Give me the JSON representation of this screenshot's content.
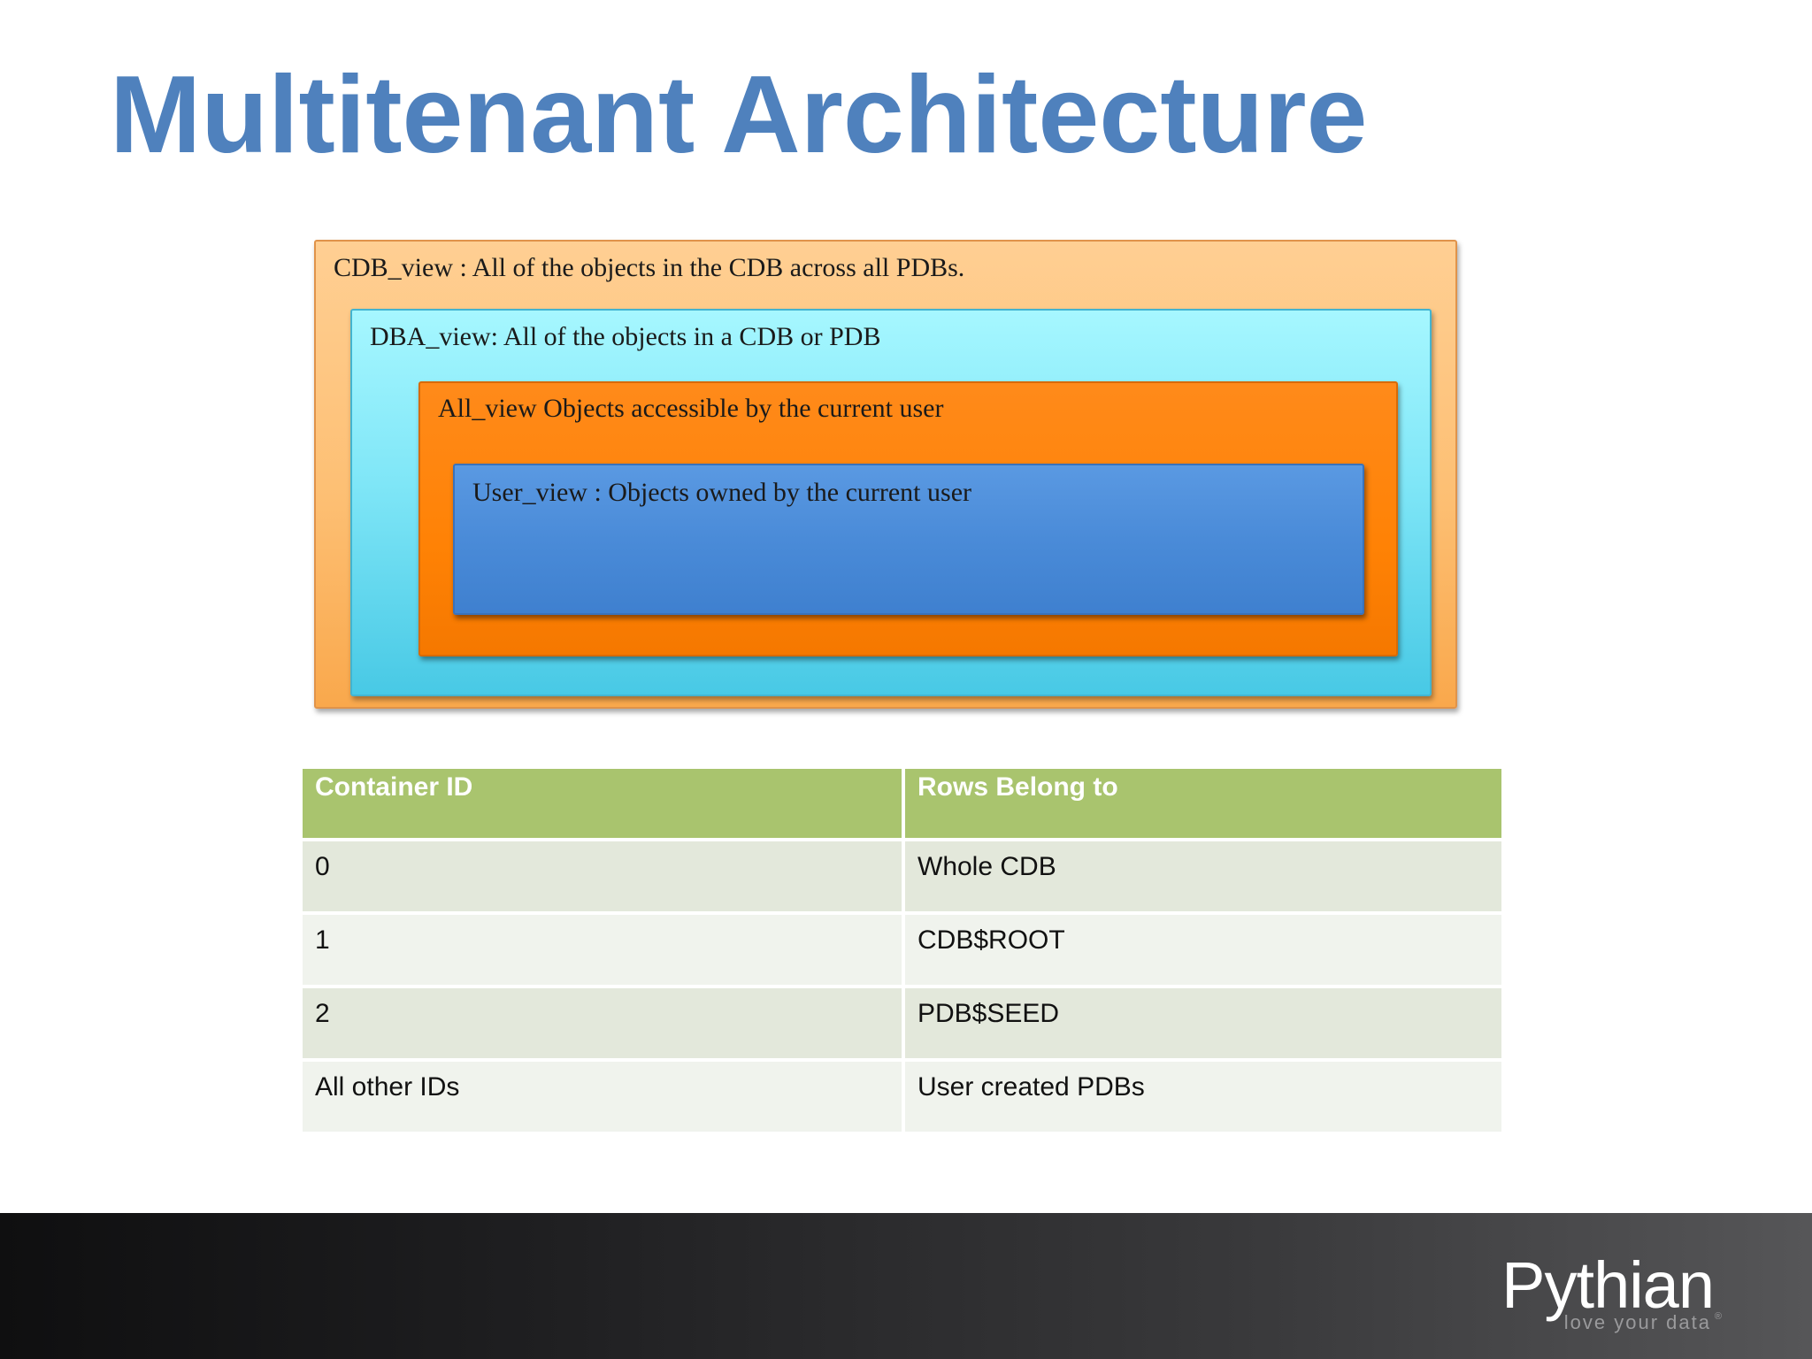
{
  "slide": {
    "title": "Multitenant Architecture"
  },
  "diagram": {
    "cdb_view": "CDB_view :  All of  the objects in the CDB across all PDBs.",
    "dba_view": "DBA_view: All of  the objects in a CDB or PDB",
    "all_view": "All_view Objects accessible by the current user",
    "user_view": "User_view : Objects owned by the current user",
    "colors": {
      "cdb_box": "#fdbf73",
      "dba_box": "#7fe6f7",
      "all_box": "#ff8205",
      "user_box": "#4a8bd8"
    }
  },
  "table": {
    "headers": [
      "Container ID",
      "Rows Belong to"
    ],
    "rows": [
      [
        "0",
        "Whole CDB"
      ],
      [
        "1",
        "CDB$ROOT"
      ],
      [
        "2",
        "PDB$SEED"
      ],
      [
        "All other IDs",
        "User created PDBs"
      ]
    ],
    "colors": {
      "header": "#a9c46e",
      "row_odd": "#e3e8db",
      "row_even": "#f0f3ed"
    }
  },
  "footer": {
    "logo_text": "Pythian",
    "tagline": "love your data",
    "registered_mark": "®"
  },
  "colors": {
    "title": "#4f81bd"
  }
}
